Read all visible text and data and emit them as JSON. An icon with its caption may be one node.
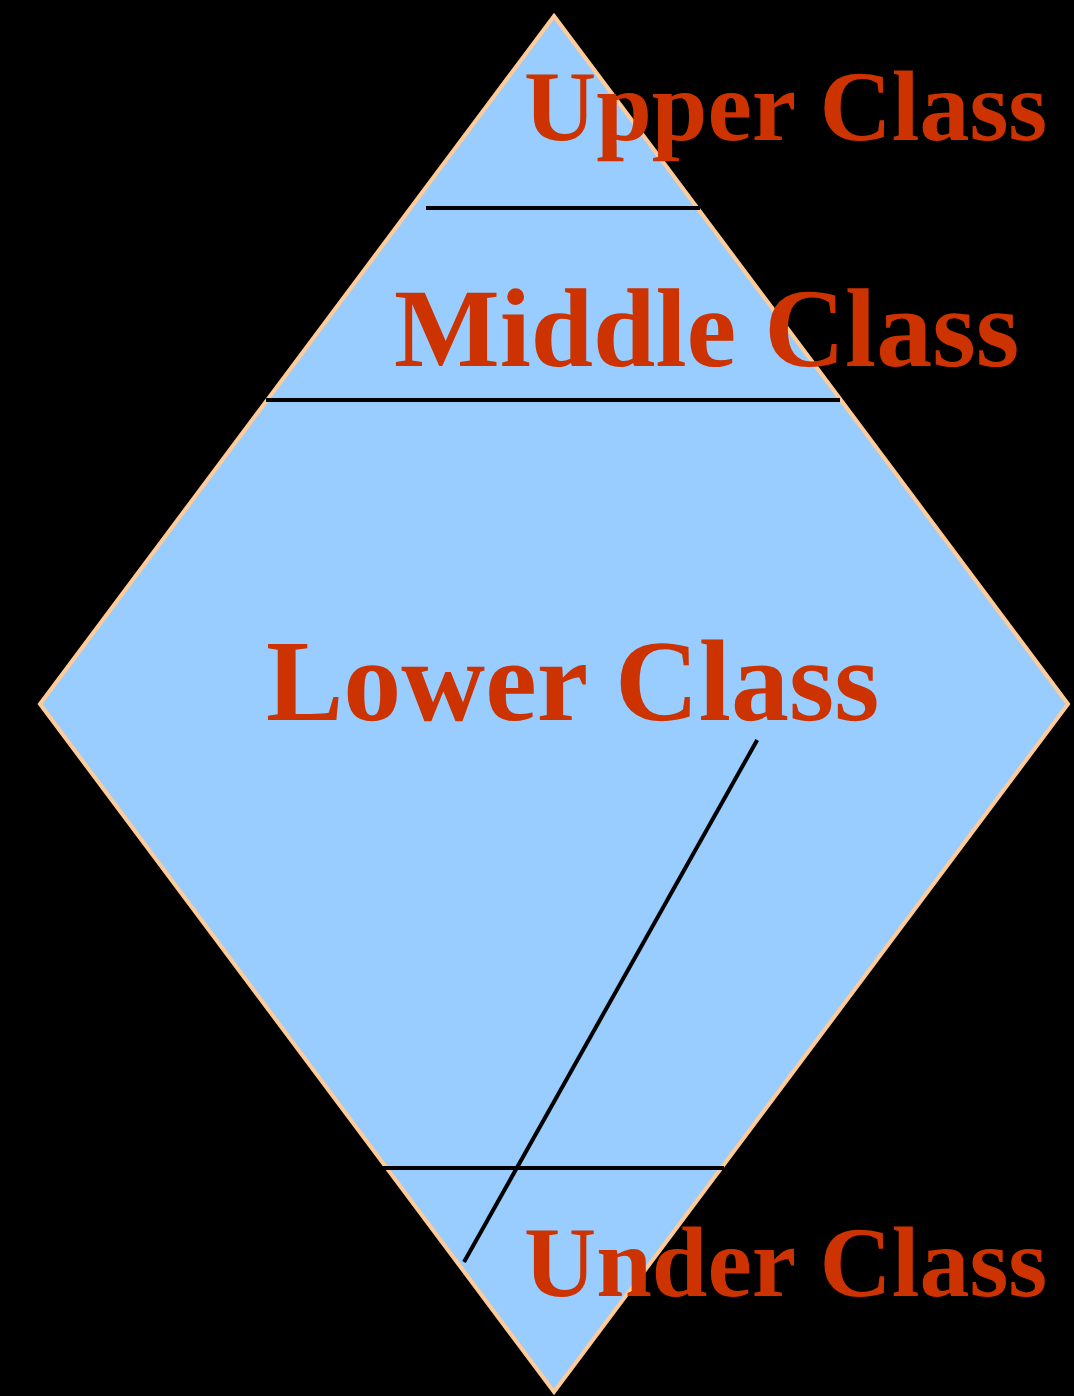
{
  "diagram": {
    "nodes": [
      {
        "text": [
          "Upper Class"
        ]
      },
      {
        "text": [
          "Middle Class"
        ]
      },
      {
        "text": [
          "Lower Class"
        ]
      },
      {
        "text": [
          "Under Class"
        ]
      }
    ],
    "edges": [
      {
        "from": 2,
        "to": 3,
        "arrow": "none"
      }
    ]
  }
}
